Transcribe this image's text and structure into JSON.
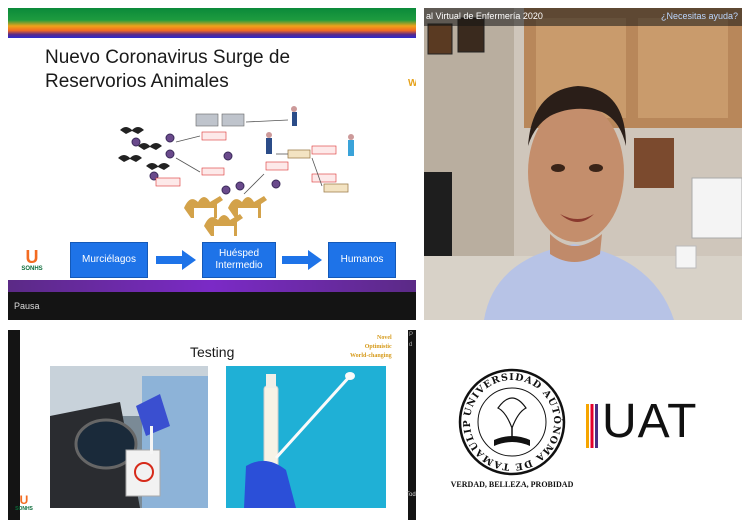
{
  "slide1": {
    "title": "Nuevo Coronavirus Surge de Reservorios Animales",
    "corner_logo": "W",
    "brand_logo": "U",
    "brand_sub": "SONHS",
    "flow": [
      {
        "label": "Murciélagos"
      },
      {
        "label": "Huésped Intermedio"
      },
      {
        "label": "Humanos"
      }
    ],
    "status": "Pausa"
  },
  "video": {
    "title": "al Virtual de Enfermería 2020",
    "help_link": "¿Necesitas ayuda?"
  },
  "slide2": {
    "title": "Testing",
    "tagline": [
      "Novel",
      "Optimistic",
      "World-changing"
    ],
    "brand_logo": "U",
    "brand_sub": "SONHS",
    "edge_text_1": "P",
    "edge_text_2": "d",
    "edge_text_3": "Tod"
  },
  "university": {
    "seal_text": "UNIVERSIDAD AUTÓNOMA DE TAMAULIPAS",
    "motto": "VERDAD, BELLEZA, PROBIDAD",
    "acronym": "UAT",
    "stripe_colors": [
      "#f6a500",
      "#e4002b",
      "#4b2c83"
    ]
  },
  "colors": {
    "flow_blue": "#1e73e8",
    "brand_orange": "#f36b21",
    "brand_green": "#0b6b3a"
  }
}
